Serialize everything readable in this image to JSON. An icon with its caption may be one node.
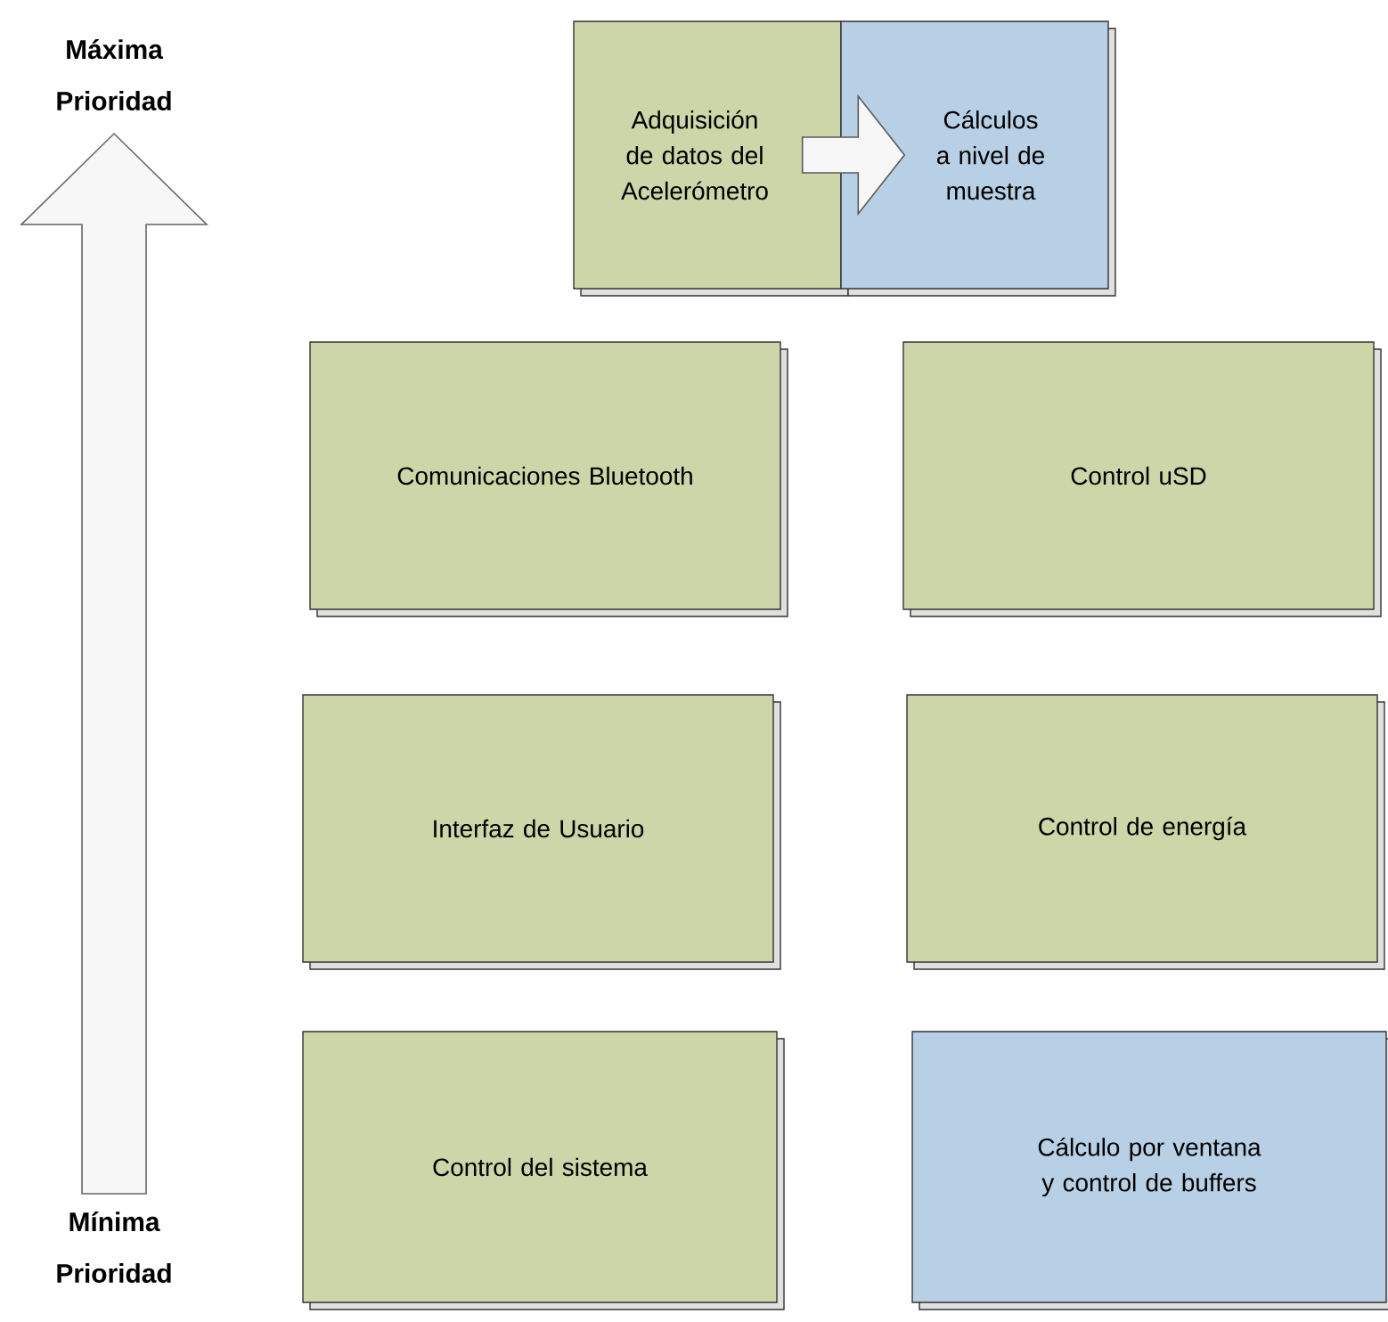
{
  "diagram": {
    "nodes": [
      {
        "text": [
          "Adquisición de datos del Acelerómetro"
        ]
      },
      {
        "text": [
          "Cálculos a nivel de muestra"
        ]
      },
      {
        "text": [
          "Comunicaciones Bluetooth"
        ]
      },
      {
        "text": [
          "Control uSD"
        ]
      },
      {
        "text": [
          "Interfaz de Usuario"
        ]
      },
      {
        "text": [
          "Control de energía"
        ]
      },
      {
        "text": [
          "Control del sistema"
        ]
      },
      {
        "text": [
          "Cálculo por ventana y control de buffers"
        ]
      }
    ],
    "edges": [
      {
        "from": 0,
        "to": 1,
        "arrow": "to"
      }
    ],
    "labels": [
      "Máxima Prioridad",
      "Mínima Prioridad"
    ]
  }
}
